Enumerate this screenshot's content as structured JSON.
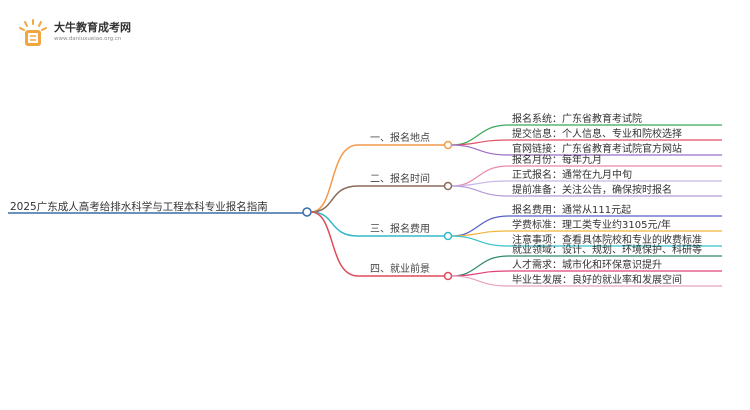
{
  "brand": {
    "name": "大牛教育成考网",
    "url": "www.daniuxueiao.org.cn"
  },
  "root": {
    "title": "2025广东成人高考给排水科学与工程本科专业报名指南"
  },
  "branches": [
    {
      "label": "一、报名地点",
      "color": "#f29a4a",
      "leaves": [
        {
          "text": "报名系统：广东省教育考试院",
          "color": "#3aa655"
        },
        {
          "text": "提交信息：个人信息、专业和院校选择",
          "color": "#e0526b"
        },
        {
          "text": "官网链接：广东省教育考试院官方网站",
          "color": "#9b6dc6"
        }
      ]
    },
    {
      "label": "二、报名时间",
      "color": "#8a6a5a",
      "leaves": [
        {
          "text": "报名月份：每年九月",
          "color": "#e88aa8"
        },
        {
          "text": "正式报名：通常在九月中旬",
          "color": "#c8b6e6"
        },
        {
          "text": "提前准备：关注公告，确保按时报名",
          "color": "#b59ad8"
        }
      ]
    },
    {
      "label": "三、报名费用",
      "color": "#35b8c8",
      "leaves": [
        {
          "text": "报名费用：通常从111元起",
          "color": "#5560c8"
        },
        {
          "text": "学费标准：理工类专业约3105元/年",
          "color": "#f2b43a"
        },
        {
          "text": "注意事项：查看具体院校和专业的收费标准",
          "color": "#35c0c8"
        }
      ]
    },
    {
      "label": "四、就业前景",
      "color": "#e04a5a",
      "leaves": [
        {
          "text": "就业领域：设计、规划、环境保护、科研等",
          "color": "#2f8a6a"
        },
        {
          "text": "人才需求：城市化和环保意识提升",
          "color": "#e0407a"
        },
        {
          "text": "毕业生发展：良好的就业率和发展空间",
          "color": "#e8a2c0"
        }
      ]
    }
  ],
  "root_line_color": "#3a6ea8"
}
